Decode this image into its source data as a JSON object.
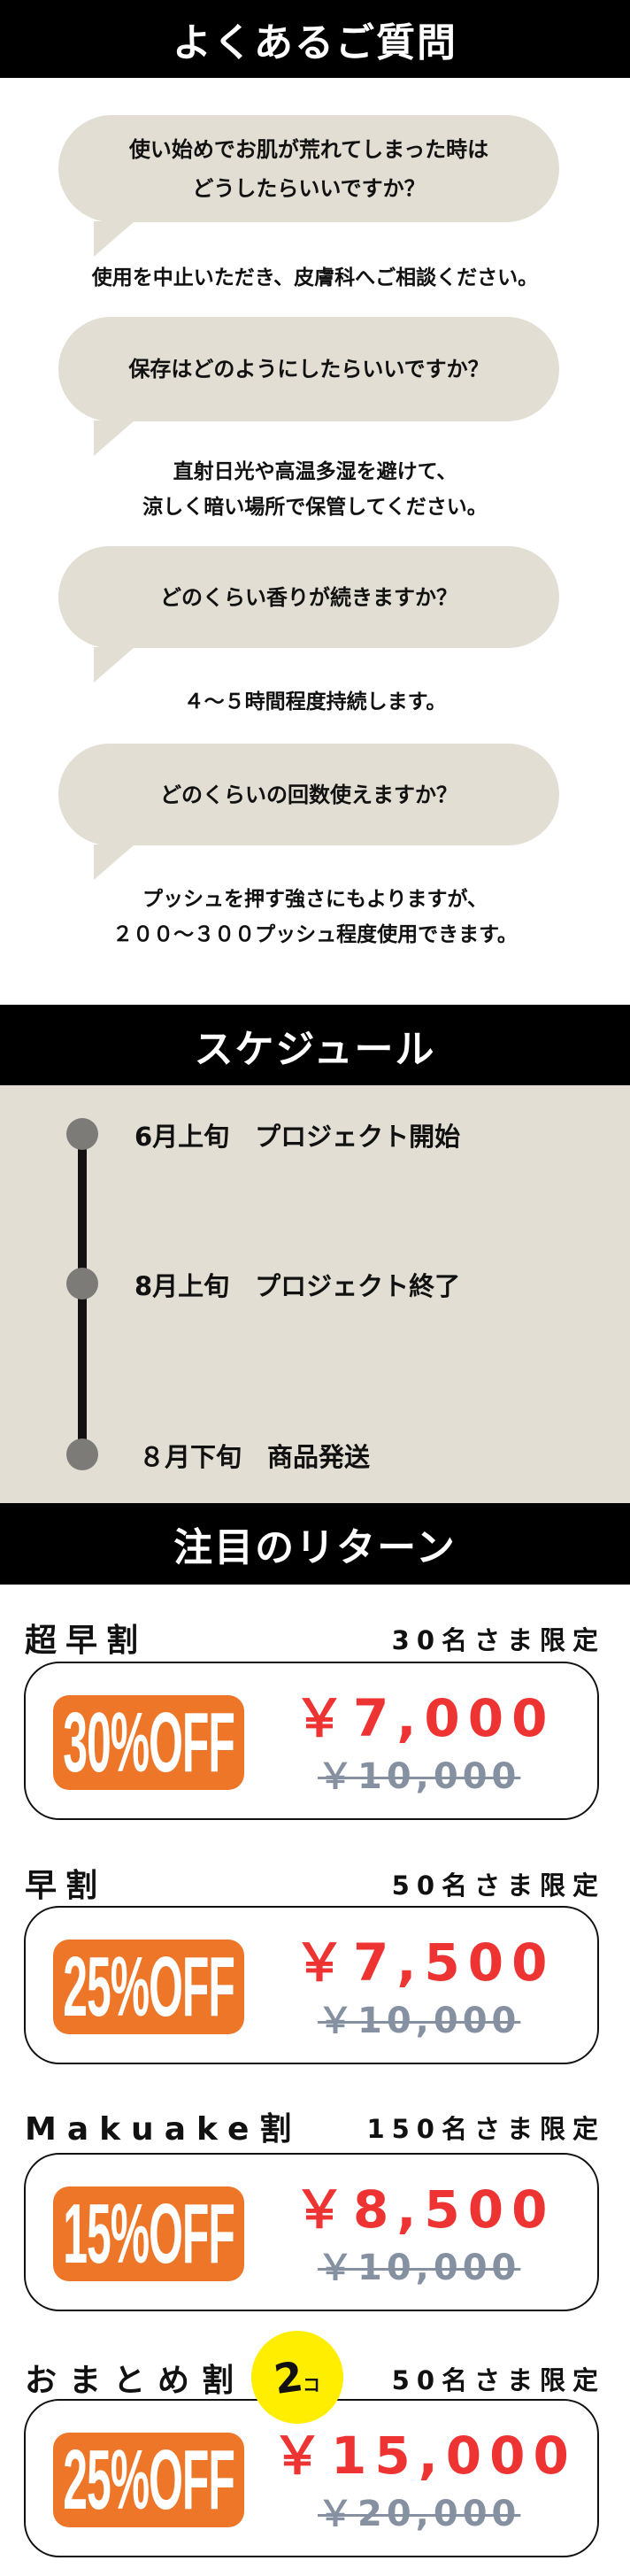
{
  "faq": {
    "title": "よくあるご質問",
    "items": [
      {
        "q": [
          "使い始めでお肌が荒れてしまった時は",
          "どうしたらいいですか？"
        ],
        "a": [
          "使用を中止いただき、皮膚科へご相談ください。"
        ]
      },
      {
        "q": [
          "保存はどのようにしたらいいですか？"
        ],
        "a": [
          "直射日光や高温多湿を避けて、",
          "涼しく暗い場所で保管してください。"
        ]
      },
      {
        "q": [
          "どのくらい香りが続きますか？"
        ],
        "a": [
          "４～５時間程度持続します。"
        ]
      },
      {
        "q": [
          "どのくらいの回数使えますか？"
        ],
        "a": [
          "プッシュを押す強さにもよりますが、",
          "２００～３００プッシュ程度使用できます。"
        ]
      }
    ]
  },
  "schedule": {
    "title": "スケジュール",
    "items": [
      {
        "text": "6月上旬　プロジェクト開始"
      },
      {
        "text": "8月上旬　プロジェクト終了"
      },
      {
        "text": "８月下旬　商品発送"
      }
    ]
  },
  "returns": {
    "title": "注目のリターン",
    "items": [
      {
        "name": "超早割",
        "limit": "30名さま限定",
        "discount": "30%OFF",
        "price": "￥7,000",
        "old_price": "￥10,000"
      },
      {
        "name": "早割",
        "limit": "50名さま限定",
        "discount": "25%OFF",
        "price": "￥7,500",
        "old_price": "￥10,000"
      },
      {
        "name": "Makuake割",
        "limit": "150名さま限定",
        "discount": "15%OFF",
        "price": "￥8,500",
        "old_price": "￥10,000"
      },
      {
        "name": "おまとめ割",
        "limit": "50名さま限定",
        "discount": "25%OFF",
        "price": "￥15,000",
        "old_price": "￥20,000",
        "badge_num": "2",
        "badge_unit": "コ"
      }
    ]
  },
  "colors": {
    "beige": "#e3ded3",
    "orange": "#ed7628",
    "red": "#ee3333",
    "gray": "#8590a0",
    "yellow": "#ffee00"
  }
}
